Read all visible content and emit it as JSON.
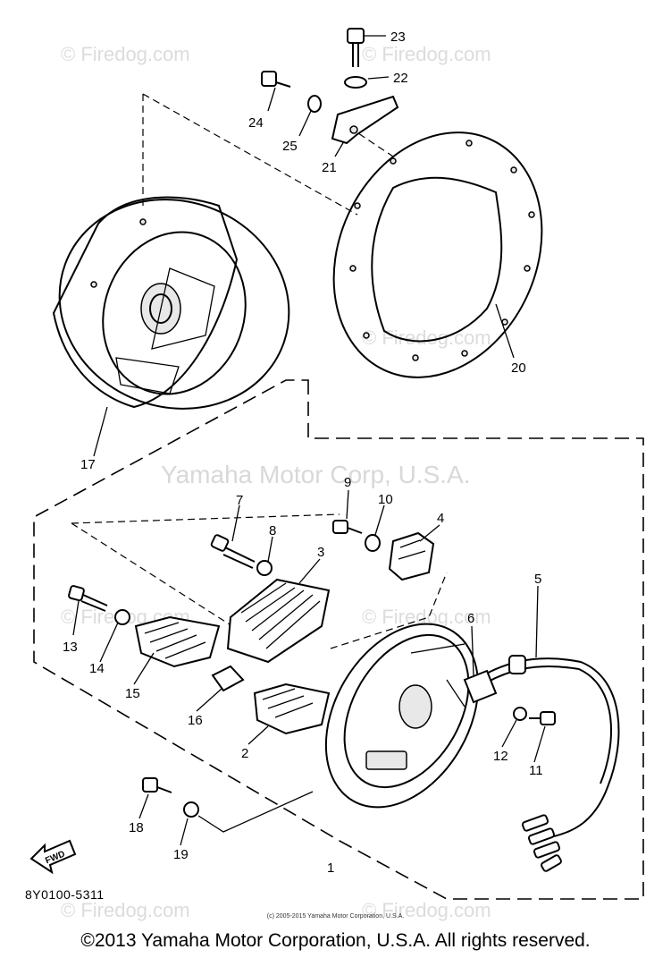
{
  "watermarks": {
    "firedog": "© Firedog.com",
    "yamaha": "Yamaha Motor Corp, U.S.A."
  },
  "part_labels": {
    "p1": "1",
    "p2": "2",
    "p3": "3",
    "p4": "4",
    "p5": "5",
    "p6": "6",
    "p7": "7",
    "p8": "8",
    "p9": "9",
    "p10": "10",
    "p11": "11",
    "p12": "12",
    "p13": "13",
    "p14": "14",
    "p15": "15",
    "p16": "16",
    "p17": "17",
    "p18": "18",
    "p19": "19",
    "p20": "20",
    "p21": "21",
    "p22": "22",
    "p23": "23",
    "p24": "24",
    "p25": "25"
  },
  "front_marker": "FWD",
  "diagram_code": "8Y0100-5311",
  "small_copyright": "(c) 2005-2015 Yamaha Motor Corporation, U.S.A.",
  "main_copyright": "©2013 Yamaha Motor Corporation, U.S.A. All rights reserved."
}
